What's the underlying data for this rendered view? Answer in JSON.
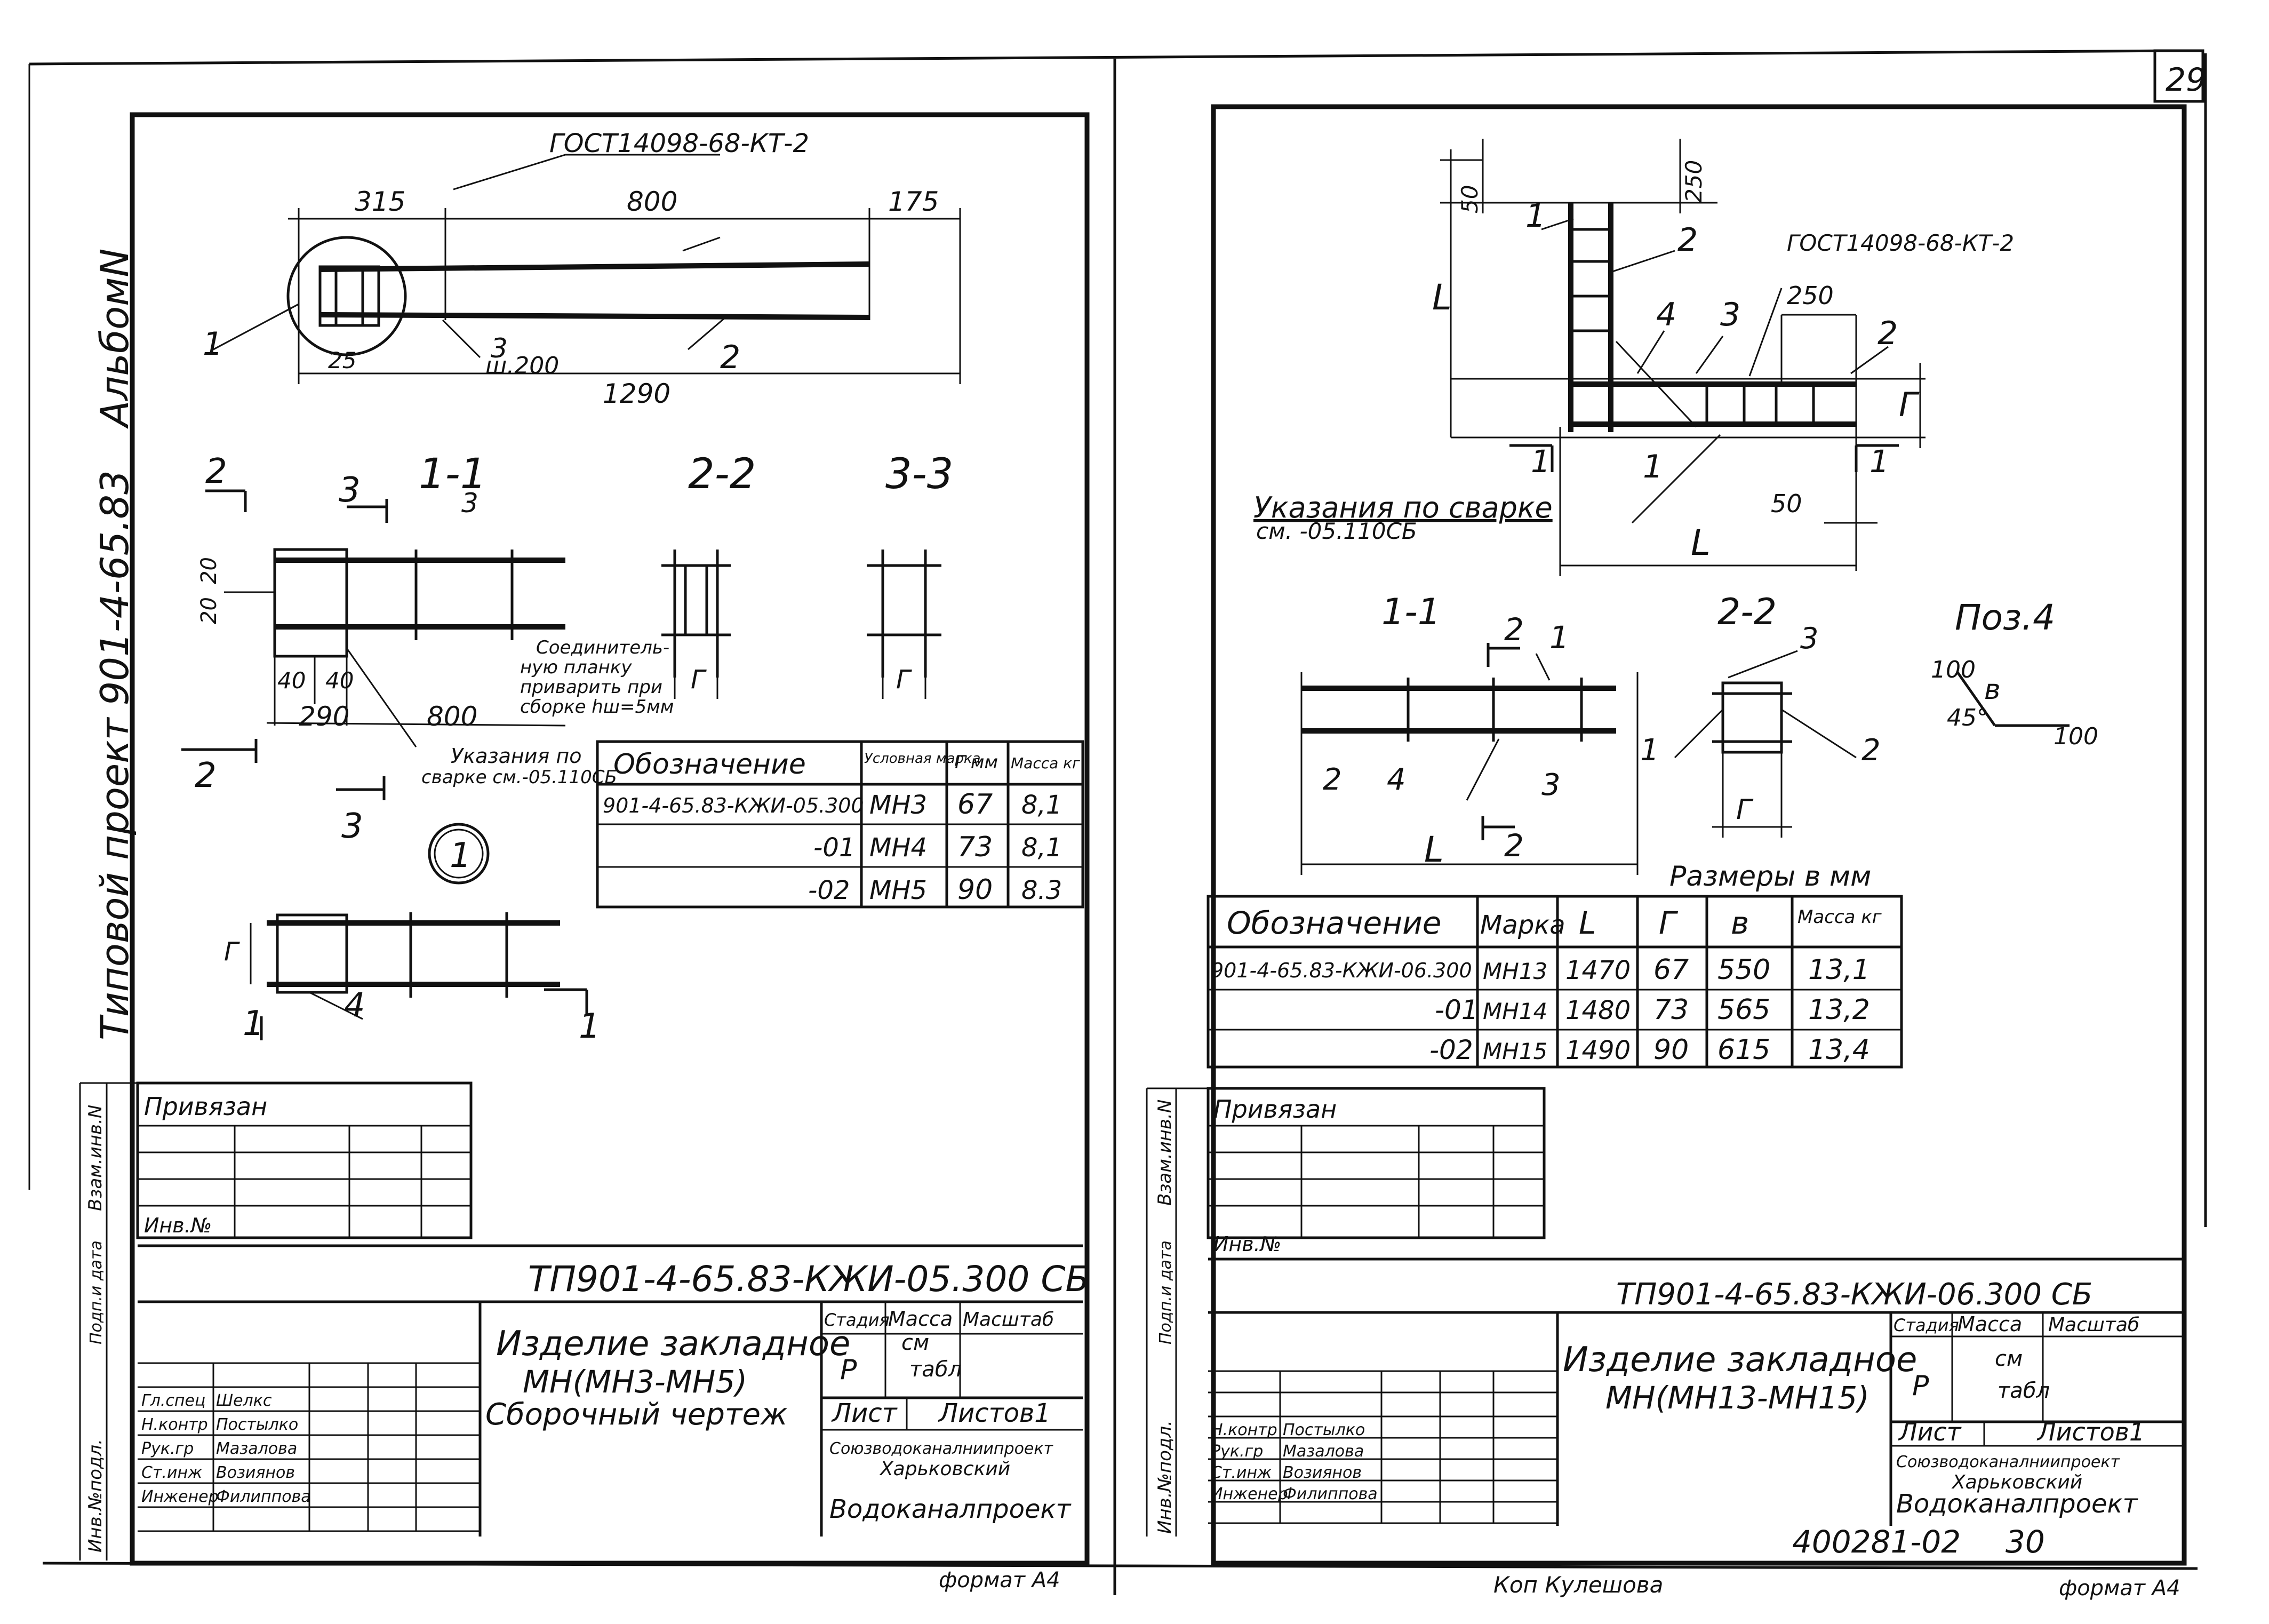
{
  "page_number": "29",
  "sheet_number": "30",
  "doc_code": "400281-02",
  "copied_by": "Коп Кулешова",
  "left": {
    "album": "АльбомN",
    "project": "Типовой проект 901-4-65.83",
    "gost": "ГОСТ14098-68-КТ-2",
    "dims": {
      "d315": "315",
      "d800": "800",
      "d175": "175",
      "d25": "25",
      "d1290": "1290",
      "d20a": "20",
      "d20b": "20",
      "d40a": "40",
      "d40b": "40",
      "d290": "290",
      "d800b": "800"
    },
    "pos3_step": "ш.200",
    "callouts": {
      "c1": "1",
      "c2": "2",
      "c3": "3",
      "c4": "4",
      "c1b": "1",
      "c3b": "3"
    },
    "sec_labels": {
      "s11": "1-1",
      "s22": "2-2",
      "s33": "3-3",
      "m2a": "2",
      "m2b": "2",
      "m3a": "3",
      "m3b": "3",
      "m1a": "1",
      "m1b": "1",
      "g1": "Г",
      "g2": "Г",
      "g3": "Г"
    },
    "weld_note_1": "Соединитель-",
    "weld_note_2": "ную планку",
    "weld_note_3": "приварить при",
    "weld_note_4": "сборке hш=5мм",
    "weld_ref_1": "Указания по",
    "weld_ref_2": "сварке см.-05.110СБ",
    "circle_mark": "1",
    "table": {
      "headers": [
        "Обозначение",
        "Условная марка",
        "Г мм",
        "Масса кг"
      ],
      "rows": [
        [
          "901-4-65.83-КЖИ-05.300",
          "МН3",
          "67",
          "8,1"
        ],
        [
          "-01",
          "МН4",
          "73",
          "8,1"
        ],
        [
          "-02",
          "МН5",
          "90",
          "8.3"
        ]
      ]
    },
    "stamp": {
      "privyazan": "Привязан",
      "inv_no": "Инв.№",
      "code": "ТП901-4-65.83-КЖИ-05.300 СБ",
      "title_1": "Изделие закладное",
      "title_2": "МН(МН3-МН5)",
      "title_3": "Сборочный чертеж",
      "stage_h": "Стадия",
      "mass_h": "Масса",
      "scale_h": "Масштаб",
      "stage": "Р",
      "mass": "см",
      "scale": "табл",
      "sheet_h": "Лист",
      "sheets_h": "Листов1",
      "org_1": "Союзводоканалниипроект",
      "org_2": "Харьковский",
      "org_3": "Водоканалпроект",
      "roles": [
        "Гл.спец",
        "Н.контр",
        "Рук.гр",
        "Ст.инж",
        "Инженер"
      ],
      "names": [
        "Шелкс",
        "Постылко",
        "Мазалова",
        "Возиянов",
        "Филиппова"
      ],
      "side_1": "Взам.инв.N",
      "side_2": "Подп.и дата",
      "side_3": "Инв.№подл."
    },
    "format": "формат А4"
  },
  "right": {
    "gost": "ГОСТ14098-68-КТ-2",
    "dims": {
      "d50": "50",
      "d250": "250",
      "d250b": "250",
      "d50b": "50",
      "L1": "L",
      "L2": "L",
      "L3": "L",
      "G1": "Г",
      "G2": "Г"
    },
    "callouts": {
      "c1": "1",
      "c2": "2",
      "c3": "3",
      "c4": "4",
      "c2b": "2",
      "c1b": "1",
      "k1": "1",
      "k2": "1",
      "s1": "1",
      "s2": "2",
      "s3": "3",
      "s4": "4",
      "t1": "1",
      "t2": "2",
      "t3": "3",
      "sec1": "2",
      "sec2": "2"
    },
    "weld_ref_1": "Указания по сварке",
    "weld_ref_2": "см.   -05.110СБ",
    "sec_labels": {
      "s11": "1-1",
      "s22": "2-2"
    },
    "pos4": {
      "title": "Поз.4",
      "v100a": "100",
      "vb": "в",
      "v45": "45°",
      "v100b": "100"
    },
    "sizes_note": "Размеры в мм",
    "table": {
      "headers": [
        "Обозначение",
        "Марка",
        "L",
        "Г",
        "в",
        "Масса кг"
      ],
      "rows": [
        [
          "901-4-65.83-КЖИ-06.300",
          "МН13",
          "1470",
          "67",
          "550",
          "13,1"
        ],
        [
          "-01",
          "МН14",
          "1480",
          "73",
          "565",
          "13,2"
        ],
        [
          "-02",
          "МН15",
          "1490",
          "90",
          "615",
          "13,4"
        ]
      ]
    },
    "stamp": {
      "privyazan": "Привязан",
      "inv_no": "Инв.№",
      "code": "ТП901-4-65.83-КЖИ-06.300 СБ",
      "title_1": "Изделие закладное",
      "title_2": "МН(МН13-МН15)",
      "stage_h": "Стадия",
      "mass_h": "Масса",
      "scale_h": "Масштаб",
      "stage": "Р",
      "mass": "см",
      "scale": "табл",
      "sheet_h": "Лист",
      "sheets_h": "Листов1",
      "org_1": "Союзводоканалниипроект",
      "org_2": "Харьковский",
      "org_3": "Водоканалпроект",
      "roles": [
        "Н.контр",
        "Рук.гр",
        "Ст.инж",
        "Инженер"
      ],
      "names": [
        "Постылко",
        "Мазалова",
        "Возиянов",
        "Филиппова"
      ],
      "side_1": "Взам.инв.N",
      "side_2": "Подп.и дата",
      "side_3": "Инв.№подл."
    },
    "format": "формат А4"
  }
}
